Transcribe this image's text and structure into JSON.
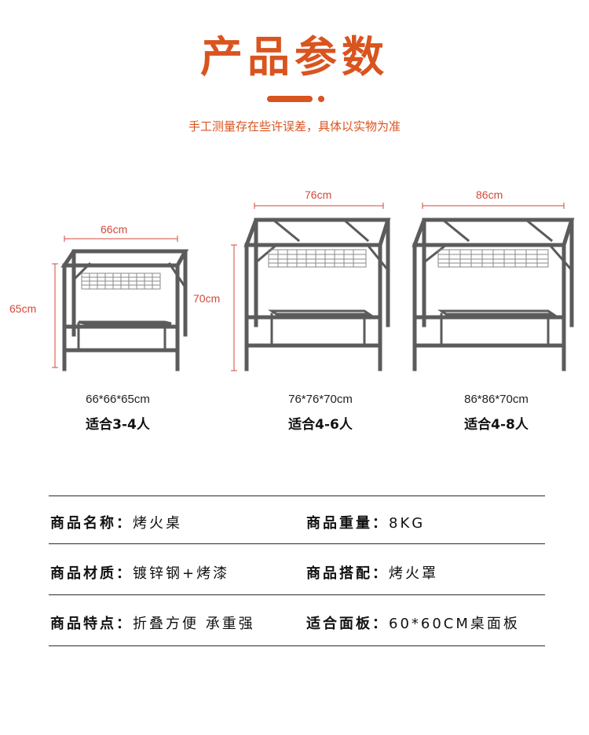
{
  "header": {
    "title": "产品参数",
    "subtitle": "手工测量存在些许误差，具体以实物为准",
    "accent_color": "#d9541f"
  },
  "products": [
    {
      "width_label": "66cm",
      "height_label": "65cm",
      "size": "66*66*65cm",
      "capacity": "适合3-4人"
    },
    {
      "width_label": "76cm",
      "height_label": "70cm",
      "size": "76*76*70cm",
      "capacity": "适合4-6人"
    },
    {
      "width_label": "86cm",
      "size": "86*86*70cm",
      "capacity": "适合4-8人"
    }
  ],
  "specs": {
    "name_label": "商品名称：",
    "name_value": "烤火桌",
    "weight_label": "商品重量：",
    "weight_value": "8KG",
    "material_label": "商品材质：",
    "material_value": "镀锌钢+烤漆",
    "pairing_label": "商品搭配：",
    "pairing_value": "烤火罩",
    "feature_label": "商品特点：",
    "feature_value": "折叠方便 承重强",
    "panel_label": "适合面板：",
    "panel_value": "60*60CM桌面板"
  }
}
